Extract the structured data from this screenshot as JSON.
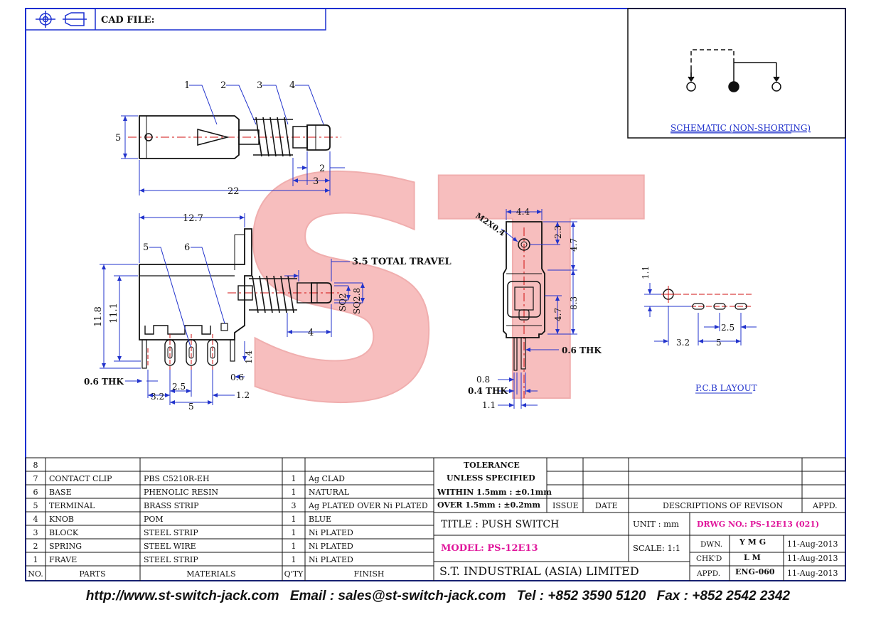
{
  "header": {
    "cad_label": "CAD FILE:"
  },
  "schematic": {
    "title": "SCHEMATIC (NON-SHORTING)"
  },
  "pcb": {
    "title": "P.C.B LAYOUT",
    "dims": [
      "1.1",
      "2.5",
      "3.2",
      "5"
    ]
  },
  "top_view": {
    "callouts": [
      "1",
      "2",
      "3",
      "4"
    ],
    "dims": {
      "height": "5",
      "d2": "2",
      "d3": "3",
      "length": "22"
    }
  },
  "side_view": {
    "callouts": [
      "5",
      "6"
    ],
    "dims": {
      "width": "12.7",
      "h_total": "11.8",
      "h_body": "11.1",
      "travel": "3.5 TOTAL TRAVEL",
      "sq2": "SQ2",
      "sq28": "SQ2.8",
      "d4": "4",
      "pin_len": "1.4",
      "thk": "0.6 THK",
      "d06": "0.6",
      "d25": "2.5",
      "d32": "3.2",
      "d12": "1.2",
      "d5": "5"
    }
  },
  "end_view": {
    "dims": {
      "m2": "M2X0.4",
      "w44": "4.4",
      "h23": "2.3",
      "h47a": "4.7",
      "h83": "8.3",
      "h47b": "4.7",
      "thk": "0.6 THK",
      "d08": "0.8",
      "d04": "0.4 THK",
      "d11": "1.1"
    }
  },
  "parts_table": {
    "header": {
      "no": "NO.",
      "parts": "PARTS",
      "materials": "MATERIALS",
      "qty": "Q'TY",
      "finish": "FINISH"
    },
    "rows": [
      {
        "no": "8",
        "part": "",
        "material": "",
        "qty": "",
        "finish": ""
      },
      {
        "no": "7",
        "part": "CONTACT CLIP",
        "material": "PBS C5210R-EH",
        "qty": "1",
        "finish": "Ag CLAD"
      },
      {
        "no": "6",
        "part": "BASE",
        "material": "PHENOLIC RESIN",
        "qty": "1",
        "finish": "NATURAL"
      },
      {
        "no": "5",
        "part": "TERMINAL",
        "material": "BRASS STRIP",
        "qty": "3",
        "finish": "Ag PLATED OVER Ni PLATED"
      },
      {
        "no": "4",
        "part": "KNOB",
        "material": "POM",
        "qty": "1",
        "finish": "BLUE"
      },
      {
        "no": "3",
        "part": "BLOCK",
        "material": "STEEL STRIP",
        "qty": "1",
        "finish": "Ni PLATED"
      },
      {
        "no": "2",
        "part": "SPRING",
        "material": "STEEL WIRE",
        "qty": "1",
        "finish": "Ni PLATED"
      },
      {
        "no": "1",
        "part": "FRAVE",
        "material": "STEEL STRIP",
        "qty": "1",
        "finish": "Ni PLATED"
      }
    ]
  },
  "tolerance": {
    "line1": "TOLERANCE",
    "line2": "UNLESS   SPECIFIED",
    "line3": "WITHIN  1.5mm : ±0.1mm",
    "line4": "OVER    1.5mm : ±0.2mm"
  },
  "revision": {
    "issue": "ISSUE",
    "date": "DATE",
    "desc": "DESCRIPTIONS  OF  REVISON",
    "appd": "APPD."
  },
  "title_block": {
    "title": "TITLE : PUSH SWITCH",
    "unit": "UNIT :   mm",
    "drwg": "DRWG NO.: PS-12E13 (021)",
    "model": "MODEL: PS-12E13",
    "scale": "SCALE:   1:1",
    "company": "S.T.  INDUSTRIAL  (ASIA)  LIMITED",
    "dwn": "DWN.",
    "dwn_name": "Y M G",
    "dwn_date": "11-Aug-2013",
    "chkd": "CHK'D",
    "chkd_name": "L M",
    "chkd_date": "11-Aug-2013",
    "appd": "APPD.",
    "appd_name": "ENG-060",
    "appd_date": "11-Aug-2013"
  },
  "footer": {
    "url": "http://www.st-switch-jack.com",
    "email": "Email : sales@st-switch-jack.com",
    "tel": "Tel : +852 3590 5120",
    "fax": "Fax : +852 2542 2342"
  },
  "watermark": {
    "text": "ST"
  },
  "colors": {
    "border": "#1a2fd1",
    "drawing": "#111111",
    "dim": "#2233cc",
    "center": "#d01010",
    "magenta": "#e0169b",
    "watermark": "#f4a8a8"
  }
}
